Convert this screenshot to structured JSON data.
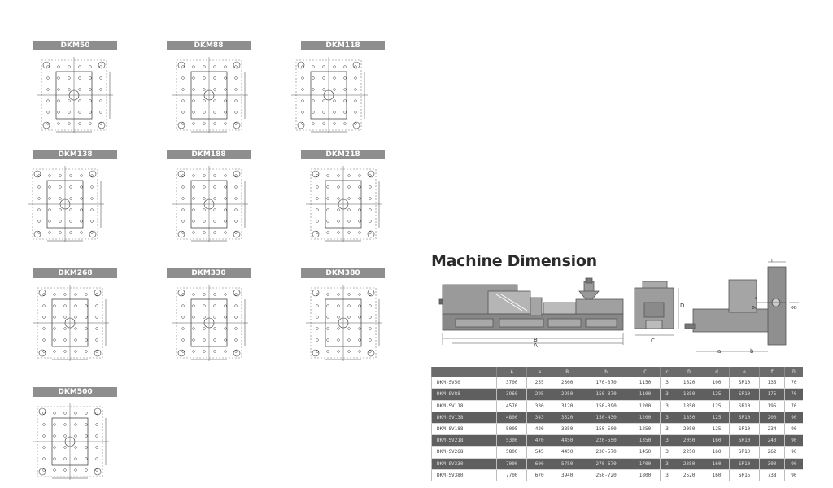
{
  "mold_panels": [
    {
      "label": "DKM50"
    },
    {
      "label": "DKM88"
    },
    {
      "label": "DKM118"
    },
    {
      "label": "DKM138"
    },
    {
      "label": "DKM188"
    },
    {
      "label": "DKM218"
    },
    {
      "label": "DKM268"
    },
    {
      "label": "DKM330"
    },
    {
      "label": "DKM380"
    },
    {
      "label": "DKM500"
    }
  ],
  "machine_dimension": {
    "title": "Machine Dimension",
    "drawing_labels": {
      "A": "A",
      "B": "B",
      "C": "C",
      "D": "D",
      "a": "a",
      "b": "b",
      "e": "e",
      "f": "f",
      "phi_d": "Φd",
      "phi_D": "ΦD"
    },
    "table": {
      "headers": [
        "",
        "A",
        "a",
        "B",
        "b",
        "C",
        "c",
        "D",
        "d",
        "e",
        "f",
        "D"
      ],
      "rows": [
        [
          "DKM-SV50",
          "3700",
          "255",
          "2300",
          "170-370",
          "1150",
          "3",
          "1620",
          "100",
          "SR10",
          "135",
          "70"
        ],
        [
          "DKM-SV88",
          "3960",
          "295",
          "2950",
          "150-370",
          "1100",
          "3",
          "1850",
          "125",
          "SR10",
          "175",
          "70"
        ],
        [
          "DKM-SV118",
          "4570",
          "330",
          "3120",
          "150-390",
          "1200",
          "3",
          "1850",
          "125",
          "SR10",
          "195",
          "70"
        ],
        [
          "DKM-SV138",
          "4800",
          "343",
          "3520",
          "150-430",
          "1200",
          "3",
          "1850",
          "125",
          "SR10",
          "200",
          "90"
        ],
        [
          "DKM-SV188",
          "5005",
          "420",
          "3850",
          "150-500",
          "1250",
          "3",
          "2050",
          "125",
          "SR10",
          "234",
          "90"
        ],
        [
          "DKM-SV218",
          "5300",
          "470",
          "4450",
          "220-550",
          "1350",
          "3",
          "2050",
          "160",
          "SR10",
          "240",
          "90"
        ],
        [
          "DKM-SV268",
          "5800",
          "545",
          "4450",
          "230-570",
          "1450",
          "3",
          "2250",
          "160",
          "SR10",
          "262",
          "90"
        ],
        [
          "DKM-SV330",
          "7000",
          "600",
          "5750",
          "270-670",
          "1700",
          "3",
          "2350",
          "160",
          "SR10",
          "300",
          "90"
        ],
        [
          "DKM-SV380",
          "7700",
          "670",
          "3940",
          "250-720",
          "1800",
          "3",
          "2520",
          "160",
          "SR15",
          "738",
          "90"
        ]
      ]
    }
  }
}
